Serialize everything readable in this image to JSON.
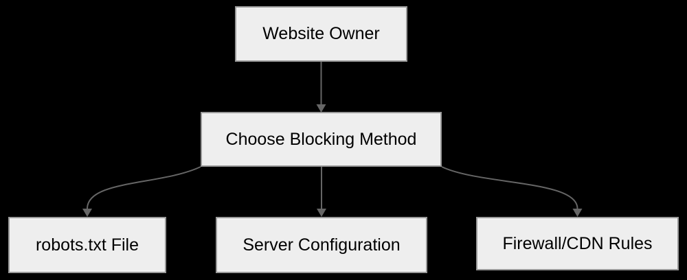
{
  "diagram": {
    "type": "flowchart",
    "direction": "top-down",
    "nodes": {
      "website_owner": {
        "label": "Website Owner"
      },
      "choose_blocking_method": {
        "label": "Choose Blocking Method"
      },
      "robots_txt": {
        "label": "robots.txt File"
      },
      "server_configuration": {
        "label": "Server Configuration"
      },
      "firewall_cdn": {
        "label": "Firewall/CDN Rules"
      }
    },
    "edges": [
      {
        "from": "website_owner",
        "to": "choose_blocking_method"
      },
      {
        "from": "choose_blocking_method",
        "to": "robots_txt"
      },
      {
        "from": "choose_blocking_method",
        "to": "server_configuration"
      },
      {
        "from": "choose_blocking_method",
        "to": "firewall_cdn"
      }
    ],
    "colors": {
      "background": "#000000",
      "node_fill": "#eeeeee",
      "node_border": "#999999",
      "edge": "#666666",
      "text": "#000000"
    }
  }
}
